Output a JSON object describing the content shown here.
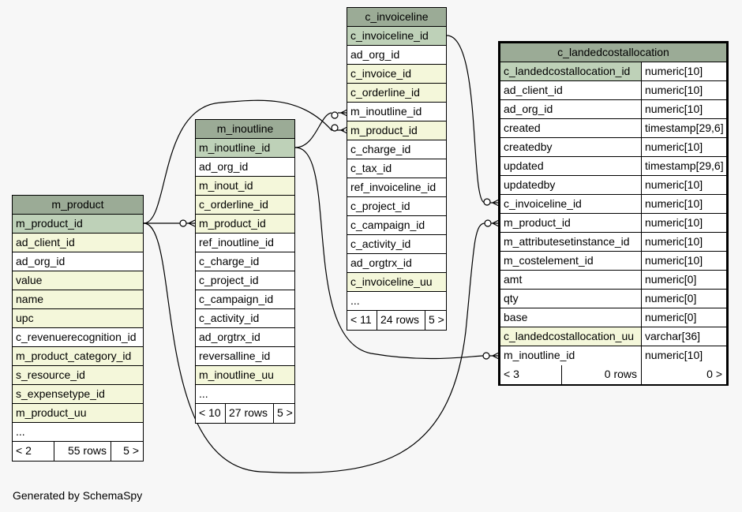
{
  "tables": {
    "m_product": {
      "name": "m_product",
      "columns": [
        "m_product_id",
        "ad_client_id",
        "ad_org_id",
        "value",
        "name",
        "upc",
        "c_revenuerecognition_id",
        "m_product_category_id",
        "s_resource_id",
        "s_expensetype_id",
        "m_product_uu",
        "..."
      ],
      "footer": {
        "parents": "< 2",
        "rows": "55 rows",
        "children": "5 >"
      }
    },
    "m_inoutline": {
      "name": "m_inoutline",
      "columns": [
        "m_inoutline_id",
        "ad_org_id",
        "m_inout_id",
        "c_orderline_id",
        "m_product_id",
        "ref_inoutline_id",
        "c_charge_id",
        "c_project_id",
        "c_campaign_id",
        "c_activity_id",
        "ad_orgtrx_id",
        "reversalline_id",
        "m_inoutline_uu",
        "..."
      ],
      "footer": {
        "parents": "< 10",
        "rows": "27 rows",
        "children": "5 >"
      }
    },
    "c_invoiceline": {
      "name": "c_invoiceline",
      "columns": [
        "c_invoiceline_id",
        "ad_org_id",
        "c_invoice_id",
        "c_orderline_id",
        "m_inoutline_id",
        "m_product_id",
        "c_charge_id",
        "c_tax_id",
        "ref_invoiceline_id",
        "c_project_id",
        "c_campaign_id",
        "c_activity_id",
        "ad_orgtrx_id",
        "c_invoiceline_uu",
        "..."
      ],
      "footer": {
        "parents": "< 11",
        "rows": "24 rows",
        "children": "5 >"
      }
    },
    "c_landedcostallocation": {
      "name": "c_landedcostallocation",
      "columns": [
        {
          "name": "c_landedcostallocation_id",
          "type": "numeric[10]"
        },
        {
          "name": "ad_client_id",
          "type": "numeric[10]"
        },
        {
          "name": "ad_org_id",
          "type": "numeric[10]"
        },
        {
          "name": "created",
          "type": "timestamp[29,6]"
        },
        {
          "name": "createdby",
          "type": "numeric[10]"
        },
        {
          "name": "updated",
          "type": "timestamp[29,6]"
        },
        {
          "name": "updatedby",
          "type": "numeric[10]"
        },
        {
          "name": "c_invoiceline_id",
          "type": "numeric[10]"
        },
        {
          "name": "m_product_id",
          "type": "numeric[10]"
        },
        {
          "name": "m_attributesetinstance_id",
          "type": "numeric[10]"
        },
        {
          "name": "m_costelement_id",
          "type": "numeric[10]"
        },
        {
          "name": "amt",
          "type": "numeric[0]"
        },
        {
          "name": "qty",
          "type": "numeric[0]"
        },
        {
          "name": "base",
          "type": "numeric[0]"
        },
        {
          "name": "c_landedcostallocation_uu",
          "type": "varchar[36]"
        },
        {
          "name": "m_inoutline_id",
          "type": "numeric[10]"
        }
      ],
      "footer": {
        "parents": "< 3",
        "rows": "0 rows",
        "children": "0 >"
      }
    }
  },
  "footer_text": "Generated by SchemaSpy"
}
